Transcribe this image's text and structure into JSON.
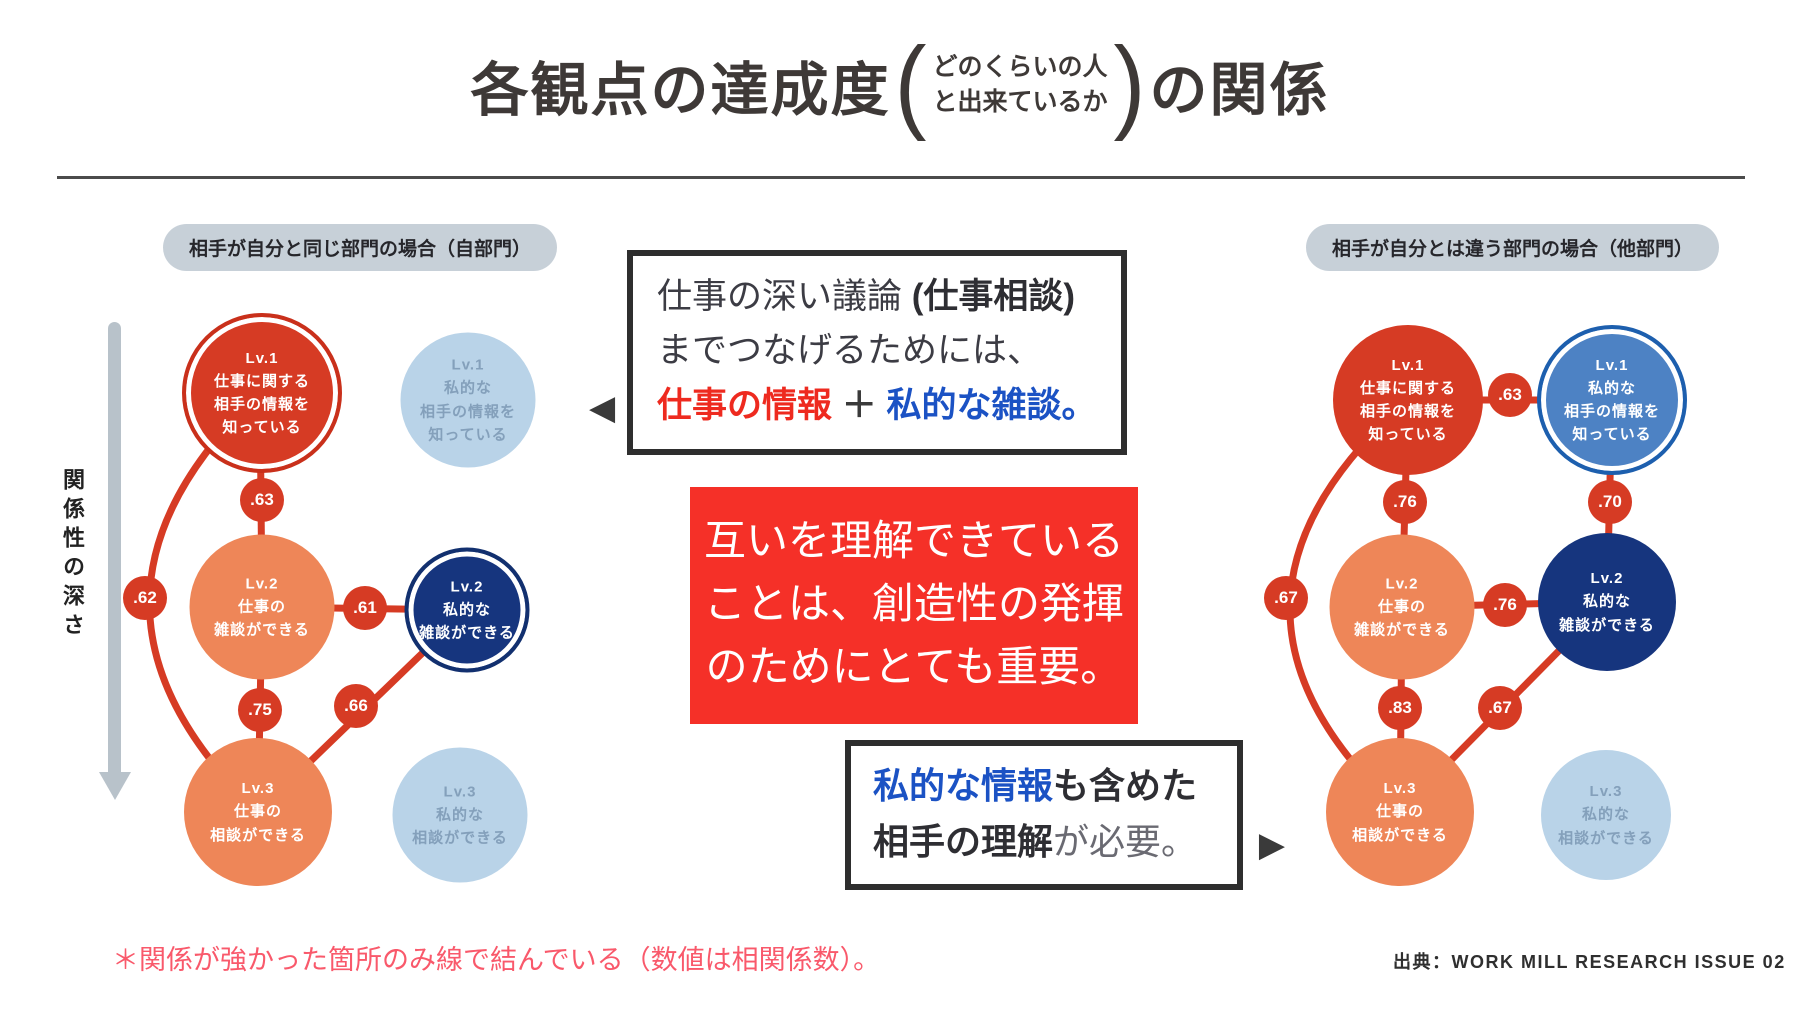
{
  "title": {
    "main": "各観点の達成度",
    "paren_open": "(",
    "paren_line1": "どのくらいの人",
    "paren_line2": "と出来ているか",
    "paren_close": ")",
    "suffix": "の関係"
  },
  "axis": {
    "label": "関係性の深さ"
  },
  "diagrams": {
    "left": {
      "header": "相手が自分と同じ部門の場合（自部門）",
      "nodes": {
        "lv1_work": "Lv.1\n仕事に関する\n相手の情報を\n知っている",
        "lv1_private": "Lv.1\n私的な\n相手の情報を\n知っている",
        "lv2_work": "Lv.2\n仕事の\n雑談ができる",
        "lv2_private": "Lv.2\n私的な\n雑談ができる",
        "lv3_work": "Lv.3\n仕事の\n相談ができる",
        "lv3_private": "Lv.3\n私的な\n相談ができる"
      },
      "edges": {
        "lv1w_lv2w": ".63",
        "lv2w_lv2p": ".61",
        "lv2w_lv3w": ".75",
        "lv2p_lv3w": ".66",
        "lv1w_lv3w_arc": ".62"
      }
    },
    "right": {
      "header": "相手が自分とは違う部門の場合（他部門）",
      "nodes": {
        "lv1_work": "Lv.1\n仕事に関する\n相手の情報を\n知っている",
        "lv1_private": "Lv.1\n私的な\n相手の情報を\n知っている",
        "lv2_work": "Lv.2\n仕事の\n雑談ができる",
        "lv2_private": "Lv.2\n私的な\n雑談ができる",
        "lv3_work": "Lv.3\n仕事の\n相談ができる",
        "lv3_private": "Lv.3\n私的な\n相談ができる"
      },
      "edges": {
        "lv1w_lv1p": ".63",
        "lv1w_lv2w": ".76",
        "lv1p_lv2p": ".70",
        "lv2w_lv2p": ".76",
        "lv2w_lv3w": ".83",
        "lv2p_lv3w": ".67",
        "lv1w_lv3w_arc": ".67"
      }
    }
  },
  "callouts": {
    "box1": {
      "line1_normal": "仕事の深い議論 ",
      "line1_bold": "(仕事相談)",
      "line2": "までつなげるためには、",
      "line3_red": "仕事の情報",
      "line3_plus": " ＋ ",
      "line3_blue": "私的な雑談。",
      "arrow": "◀"
    },
    "box2": {
      "line1": "互いを理解できている",
      "line2": "ことは、創造性の発揮",
      "line3": "のためにとても重要。"
    },
    "box3": {
      "line1_blue": "私的な情報",
      "line1_bold": "も含めた",
      "line2_bold": "相手の理解",
      "line2_normal": "が必要。",
      "arrow": "▶"
    }
  },
  "footer": {
    "note": "＊関係が強かった箇所のみ線で結んでいる（数値は相関係数）。",
    "source": "出典：WORK MILL RESEARCH ISSUE 02"
  },
  "colors": {
    "node_red": "#d63b24",
    "node_orange": "#ee8658",
    "node_navy": "#16357e",
    "node_medium_blue": "#4d82c4",
    "node_light_blue": "#b9d3e8",
    "edge_red": "#d63b24",
    "box_red_bg": "#f53028",
    "accent_text_red": "#ee2a1f",
    "accent_text_blue": "#1b52c4",
    "pill_bg": "#c7d0d8",
    "axis_gray": "#b8c2ca",
    "note_red": "#f9596b"
  }
}
